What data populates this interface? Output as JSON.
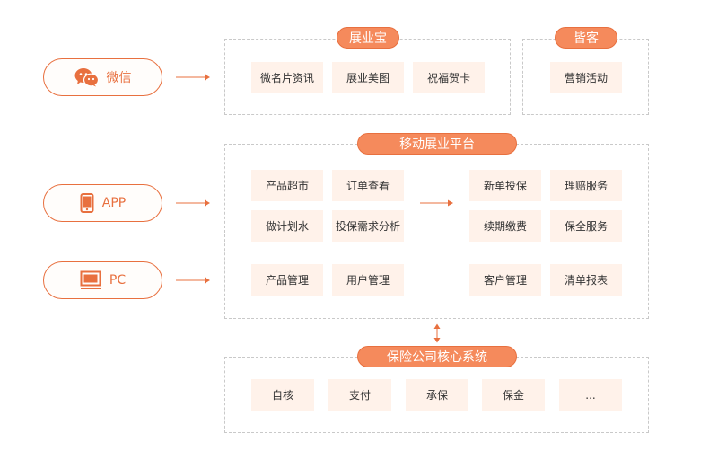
{
  "colors": {
    "accent": "#e8703f",
    "tag_fill": "#f58a5c",
    "box_fill": "#fff2ea",
    "dashed_border": "#c9c9c9"
  },
  "channels": [
    {
      "label": "微信",
      "icon": "wechat-icon"
    },
    {
      "label": "APP",
      "icon": "mobile-phone-icon"
    },
    {
      "label": "PC",
      "icon": "monitor-icon"
    }
  ],
  "zhanyebao": {
    "title": "展业宝",
    "items": [
      "微名片资讯",
      "展业美图",
      "祝福贺卡"
    ]
  },
  "jieke": {
    "title": "皆客",
    "items": [
      "营销活动"
    ]
  },
  "platform": {
    "title": "移动展业平台",
    "left_items": [
      "产品超市",
      "订单查看",
      "做计划水",
      "投保需求分析",
      "产品管理",
      "用户管理"
    ],
    "right_items": [
      "新单投保",
      "理赔服务",
      "续期缴费",
      "保全服务",
      "客户管理",
      "清单报表"
    ]
  },
  "core": {
    "title": "保险公司核心系统",
    "items": [
      "自核",
      "支付",
      "承保",
      "保金",
      "..."
    ]
  }
}
